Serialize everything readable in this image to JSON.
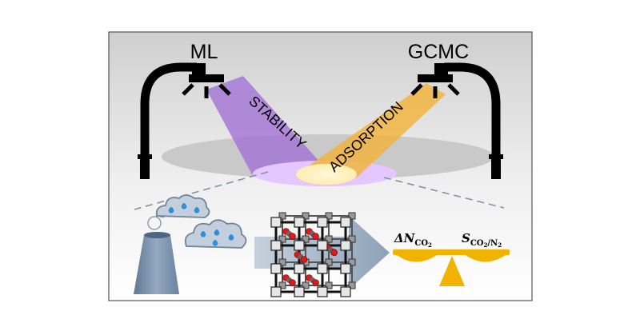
{
  "lamps": {
    "left_label": "ML",
    "right_label": "GCMC"
  },
  "beams": {
    "left_label": "STABILITY",
    "right_label": "ADSORPTION",
    "left_color": "#a374d6",
    "right_color": "#f2b33a"
  },
  "balance": {
    "left_symbol": "ΔN",
    "left_subscript": "CO",
    "left_subscript_num": "2",
    "right_symbol": "S",
    "right_subscript": "CO",
    "right_subscript_num": "2",
    "right_subscript_sep": "/N",
    "right_subscript_num2": "2",
    "color": "#f2b300"
  },
  "icons": {
    "factory": "factory-chimney-icon",
    "clouds": "rain-cloud-icon",
    "mof": "mof-framework-icon",
    "arrow": "big-arrow-icon",
    "scale": "balance-scale-icon"
  }
}
